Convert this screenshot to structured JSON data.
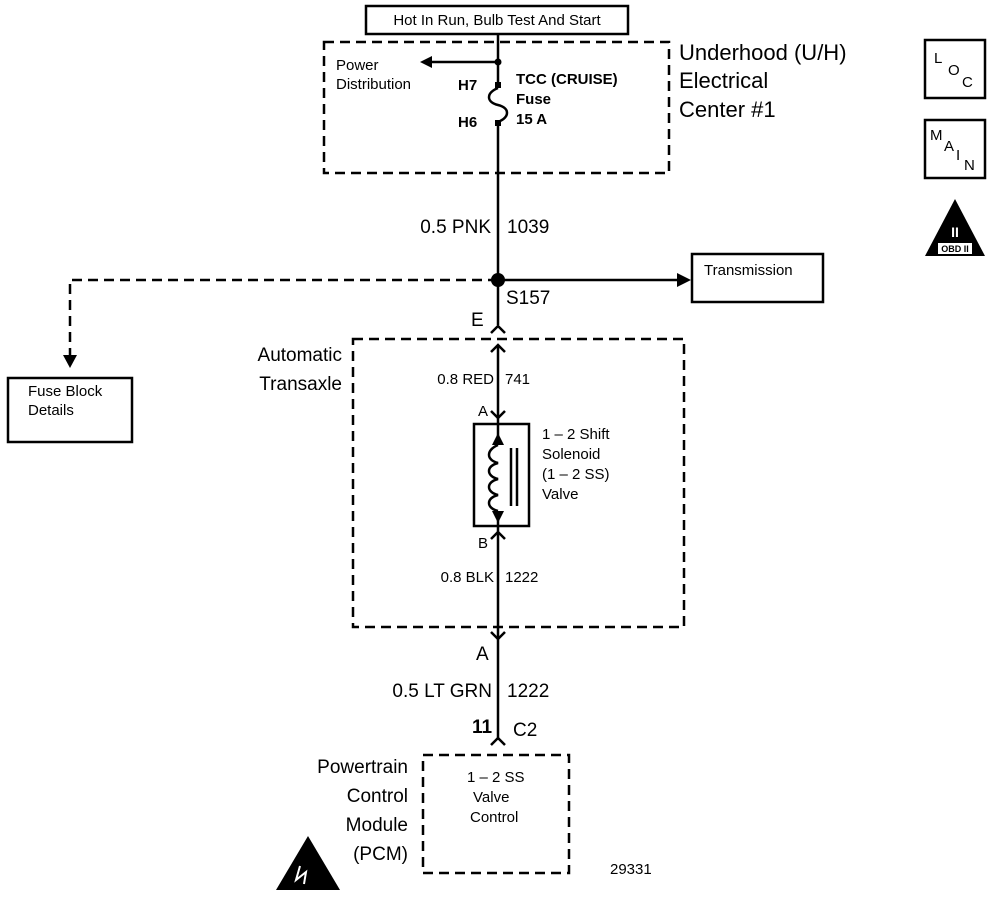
{
  "top_label": "Hot In Run, Bulb Test And Start",
  "fuse_center": {
    "title_lines": [
      "Underhood (U/H)",
      "Electrical",
      "Center #1"
    ],
    "power_dist_lines": [
      "Power",
      "Distribution"
    ],
    "terminal_top": "H7",
    "terminal_bottom": "H6",
    "fuse_lines": [
      "TCC (CRUISE)",
      "Fuse",
      "15 A"
    ]
  },
  "icons": {
    "loc": {
      "letters": [
        "L",
        "O",
        "C"
      ]
    },
    "main": {
      "letters": [
        "M",
        "A",
        "I",
        "N"
      ]
    },
    "obd": {
      "numeral": "II",
      "caption": "OBD II"
    }
  },
  "wire_1": {
    "color": "0.5 PNK",
    "circuit": "1039"
  },
  "splice": "S157",
  "transmission_label": "Transmission",
  "fuse_block_lines": [
    "Fuse Block",
    "Details"
  ],
  "connector_e": "E",
  "transaxle": {
    "title_lines": [
      "Automatic",
      "Transaxle"
    ],
    "wire_red": {
      "color": "0.8 RED",
      "circuit": "741"
    },
    "pin_a": "A",
    "pin_b": "B",
    "solenoid_lines": [
      "1 – 2 Shift",
      "Solenoid",
      "(1 – 2 SS)",
      "Valve"
    ],
    "wire_blk": {
      "color": "0.8 BLK",
      "circuit": "1222"
    }
  },
  "connector_a": "A",
  "wire_2": {
    "color": "0.5 LT GRN",
    "circuit": "1222"
  },
  "pcm_pin": "11",
  "pcm_connector": "C2",
  "pcm": {
    "title_lines": [
      "Powertrain",
      "Control",
      "Module",
      "(PCM)"
    ],
    "internal_lines": [
      "1 – 2 SS",
      "Valve",
      "Control"
    ]
  },
  "figure_number": "29331"
}
